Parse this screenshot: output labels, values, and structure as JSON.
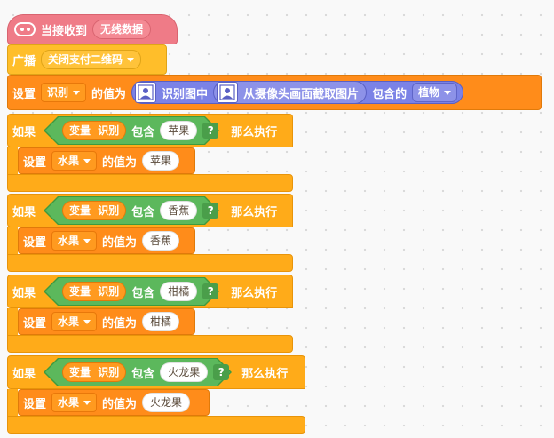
{
  "hat": {
    "label": "当接收到",
    "message": "无线数据"
  },
  "broadcast": {
    "label": "广播",
    "message": "关闭支付二维码"
  },
  "set_block": {
    "label": "设置",
    "variable": "识别",
    "value_label": "的值为",
    "recognize_label": "识别图中",
    "capture_label": "从摄像头画面截取图片",
    "contains_label": "包含的",
    "category": "植物"
  },
  "if_blocks": [
    {
      "if_label": "如果",
      "var_label": "变量",
      "var_name": "识别",
      "contains": "包含",
      "fruit": "苹果",
      "q": "?",
      "then": "那么执行",
      "set": "设置",
      "set_var": "水果",
      "value_label": "的值为",
      "set_value": "苹果"
    },
    {
      "if_label": "如果",
      "var_label": "变量",
      "var_name": "识别",
      "contains": "包含",
      "fruit": "香蕉",
      "q": "?",
      "then": "那么执行",
      "set": "设置",
      "set_var": "水果",
      "value_label": "的值为",
      "set_value": "香蕉"
    },
    {
      "if_label": "如果",
      "var_label": "变量",
      "var_name": "识别",
      "contains": "包含",
      "fruit": "柑橘",
      "q": "?",
      "then": "那么执行",
      "set": "设置",
      "set_var": "水果",
      "value_label": "的值为",
      "set_value": "柑橘"
    },
    {
      "if_label": "如果",
      "var_label": "变量",
      "var_name": "识别",
      "contains": "包含",
      "fruit": "火龙果",
      "q": "?",
      "then": "那么执行",
      "set": "设置",
      "set_var": "水果",
      "value_label": "的值为",
      "set_value": "火龙果"
    }
  ],
  "colors": {
    "event": "#ef7b87",
    "broadcast": "#ffbe2a",
    "control": "#ffab19",
    "variable": "#ff8c1a",
    "operator": "#5cb85c",
    "ai": "#7b82e6"
  }
}
